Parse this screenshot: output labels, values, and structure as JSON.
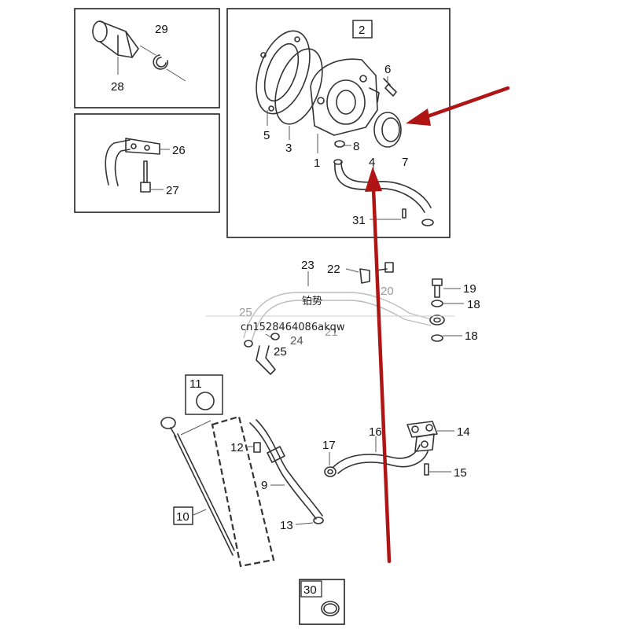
{
  "diagram": {
    "colors": {
      "line": "#333333",
      "accent_arrow": "#b01515",
      "frame": "#222222",
      "ghost": "#bdbdbd"
    },
    "callouts": {
      "c29": "29",
      "c28": "28",
      "c26": "26",
      "c27": "27",
      "c2": "2",
      "c6": "6",
      "c5": "5",
      "c3": "3",
      "c8": "8",
      "c1": "1",
      "c4": "4",
      "c7": "7",
      "c31": "31",
      "c23": "23",
      "c22": "22",
      "c20": "20",
      "c19": "19",
      "c18a": "18",
      "c18b": "18",
      "c25a": "25",
      "c24": "24",
      "c21": "21",
      "c25b": "25",
      "c11": "11",
      "c12": "12",
      "c10": "10",
      "c9": "9",
      "c13": "13",
      "c17": "17",
      "c16": "16",
      "c14": "14",
      "c15": "15",
      "c30": "30"
    },
    "watermark": {
      "brand": "铂势",
      "id": "cn1528464086akqw"
    }
  }
}
